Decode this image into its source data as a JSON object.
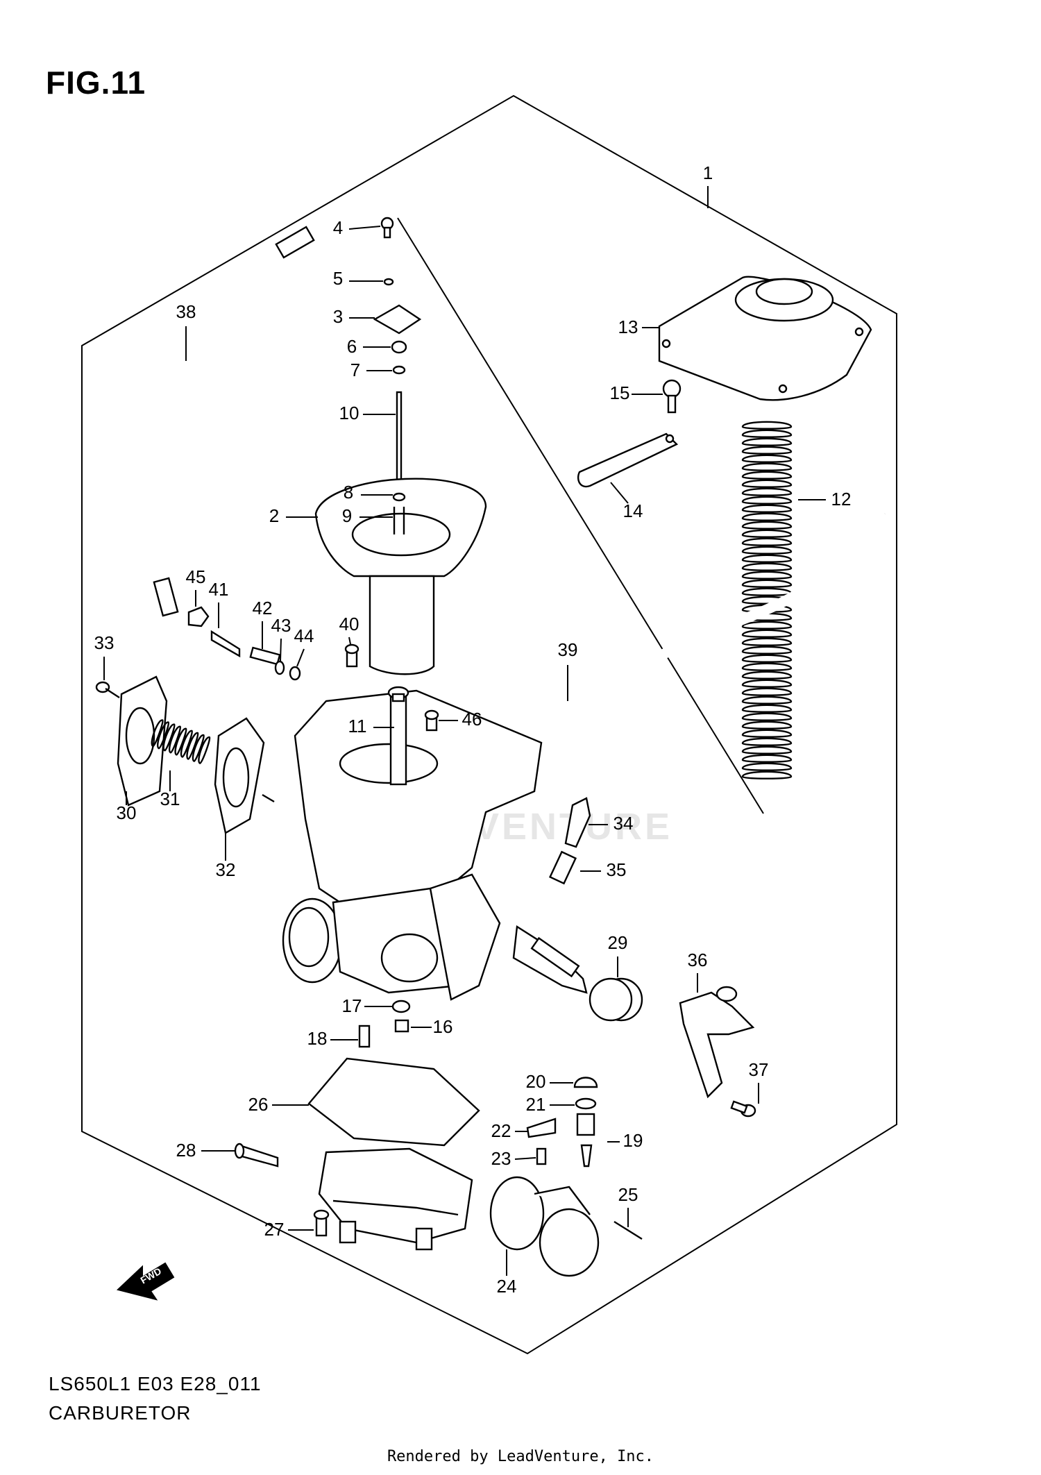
{
  "figure": {
    "title": "FIG.11",
    "model_code": "LS650L1 E03 E28_011",
    "caption": "CARBURETOR",
    "rendered_by": "Rendered by LeadVenture, Inc.",
    "watermark": "LEADVENTURE",
    "direction_badge": "FWD"
  },
  "callouts": [
    {
      "id": "1",
      "label": "1"
    },
    {
      "id": "2",
      "label": "2"
    },
    {
      "id": "3",
      "label": "3"
    },
    {
      "id": "4",
      "label": "4"
    },
    {
      "id": "5",
      "label": "5"
    },
    {
      "id": "6",
      "label": "6"
    },
    {
      "id": "7",
      "label": "7"
    },
    {
      "id": "8",
      "label": "8"
    },
    {
      "id": "9",
      "label": "9"
    },
    {
      "id": "10",
      "label": "10"
    },
    {
      "id": "11",
      "label": "11"
    },
    {
      "id": "12",
      "label": "12"
    },
    {
      "id": "13",
      "label": "13"
    },
    {
      "id": "14",
      "label": "14"
    },
    {
      "id": "15",
      "label": "15"
    },
    {
      "id": "16",
      "label": "16"
    },
    {
      "id": "17",
      "label": "17"
    },
    {
      "id": "18",
      "label": "18"
    },
    {
      "id": "19",
      "label": "19"
    },
    {
      "id": "20",
      "label": "20"
    },
    {
      "id": "21",
      "label": "21"
    },
    {
      "id": "22",
      "label": "22"
    },
    {
      "id": "23",
      "label": "23"
    },
    {
      "id": "24",
      "label": "24"
    },
    {
      "id": "25",
      "label": "25"
    },
    {
      "id": "26",
      "label": "26"
    },
    {
      "id": "27",
      "label": "27"
    },
    {
      "id": "28",
      "label": "28"
    },
    {
      "id": "29",
      "label": "29"
    },
    {
      "id": "30",
      "label": "30"
    },
    {
      "id": "31",
      "label": "31"
    },
    {
      "id": "32",
      "label": "32"
    },
    {
      "id": "33",
      "label": "33"
    },
    {
      "id": "34",
      "label": "34"
    },
    {
      "id": "35",
      "label": "35"
    },
    {
      "id": "36",
      "label": "36"
    },
    {
      "id": "37",
      "label": "37"
    },
    {
      "id": "38",
      "label": "38"
    },
    {
      "id": "39",
      "label": "39"
    },
    {
      "id": "40",
      "label": "40"
    },
    {
      "id": "41",
      "label": "41"
    },
    {
      "id": "42",
      "label": "42"
    },
    {
      "id": "43",
      "label": "43"
    },
    {
      "id": "44",
      "label": "44"
    },
    {
      "id": "45",
      "label": "45"
    },
    {
      "id": "46",
      "label": "46"
    }
  ]
}
